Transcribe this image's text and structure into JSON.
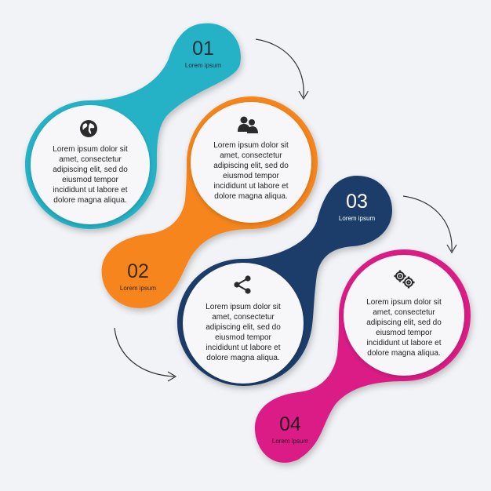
{
  "colors": {
    "teal": "#27b2c6",
    "orange": "#f5851e",
    "navy": "#1b3e6b",
    "magenta": "#db1f86",
    "background": "#f2f3f6"
  },
  "steps": [
    {
      "number": "01",
      "label": "Lorem ipsum",
      "text": "Lorem ipsum dolor sit amet, consectetur adipiscing elit, sed do eiusmod tempor incididunt ut labore et dolore magna aliqua.",
      "icon": "globe-icon"
    },
    {
      "number": "02",
      "label": "Lorem ipsum",
      "text": "Lorem ipsum dolor sit amet, consectetur adipiscing elit, sed do eiusmod tempor incididunt ut labore et dolore magna aliqua.",
      "icon": "users-icon"
    },
    {
      "number": "03",
      "label": "Lorem ipsum",
      "text": "Lorem ipsum dolor sit amet, consectetur adipiscing elit, sed do eiusmod tempor incididunt ut labore et dolore magna aliqua.",
      "icon": "share-icon"
    },
    {
      "number": "04",
      "label": "Lorem ipsum",
      "text": "Lorem ipsum dolor sit amet, consectetur adipiscing elit, sed do eiusmod tempor incididunt ut labore et dolore magna aliqua.",
      "icon": "gears-icon"
    }
  ]
}
